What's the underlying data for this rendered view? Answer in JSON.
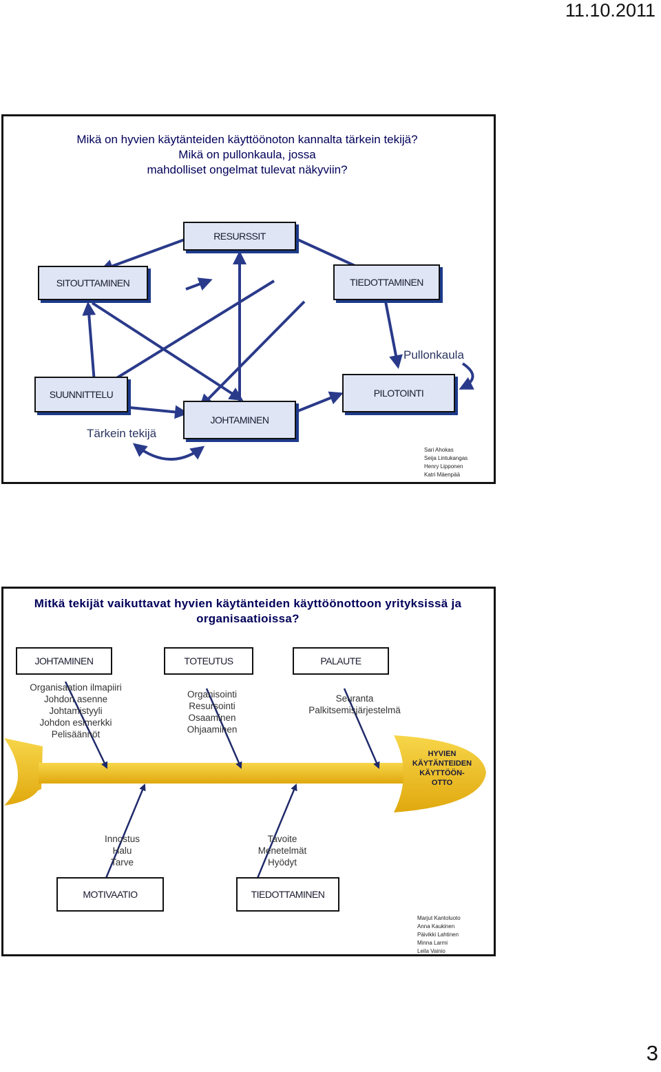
{
  "header": {
    "date": "11.10.2011"
  },
  "page_number": "3",
  "slide1": {
    "question": [
      "Mikä on hyvien käytänteiden käyttöönoton kannalta tärkein tekijä?",
      "Mikä on pullonkaula, jossa",
      "mahdolliset ongelmat tulevat näkyviin?"
    ],
    "boxes": {
      "resurssit": "RESURSSIT",
      "sitouttaminen": "SITOUTTAMINEN",
      "tiedottaminen": "TIEDOTTAMINEN",
      "suunnittelu": "SUUNNITTELU",
      "pilotointi": "PILOTOINTI",
      "johtaminen": "JOHTAMINEN"
    },
    "pullonkaula": "Pullonkaula",
    "tarkein": "Tärkein tekijä",
    "authors": [
      "Sari Ahokas",
      "Seija Lintukangas",
      "Henry Lipponen",
      "Katri Mäenpää"
    ]
  },
  "slide2": {
    "question": [
      "Mitkä tekijät vaikuttavat hyvien käytänteiden käyttöönottoon yrityksissä ja",
      "organisaatioissa?"
    ],
    "top_boxes": [
      "JOHTAMINEN",
      "TOTEUTUS",
      "PALAUTE"
    ],
    "johtaminen_items": [
      "Organisaation ilmapiiri",
      "Johdon asenne",
      "Johtamistyyli",
      "Johdon esimerkki",
      "Pelisäännöt"
    ],
    "toteutus_items": [
      "Organisointi",
      "Resursointi",
      "Osaaminen",
      "Ohjaaminen"
    ],
    "palaute_items": [
      "Seuranta",
      "Palkitsemisjärjestelmä"
    ],
    "head_text": [
      "HYVIEN",
      "KÄYTÄNTEIDEN",
      "KÄYTTÖÖN-",
      "OTTO"
    ],
    "motivaatio_items": [
      "Innostus",
      "Halu",
      "Tarve"
    ],
    "tiedottaminen_items": [
      "Tavoite",
      "Menetelmät",
      "Hyödyt"
    ],
    "bottom_boxes": [
      "MOTIVAATIO",
      "TIEDOTTAMINEN"
    ],
    "authors": [
      "Marjut Kantoluoto",
      "Anna Kaukinen",
      "Päivikki Lahtinen",
      "Minna Larmi",
      "Leila Vainio"
    ]
  },
  "colors": {
    "box_border": "#111111",
    "arrow": "#2a3a8a",
    "fish": "#f2c21a",
    "shadow": "#1d3a8a"
  }
}
